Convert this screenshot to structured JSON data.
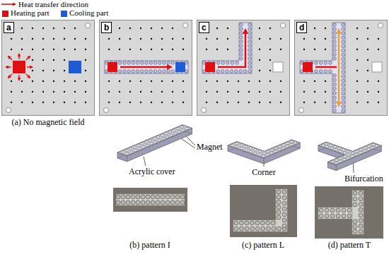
{
  "diagram": {
    "nodes": [
      {
        "text": [
          "a"
        ]
      },
      {
        "text": [
          "b"
        ]
      },
      {
        "text": [
          "c"
        ]
      },
      {
        "text": [
          "d"
        ]
      }
    ],
    "labels": [
      "(a) No magnetic field",
      "Magnet",
      "Acrylic cover",
      "Corner",
      "Bifurcation",
      "(b) pattern I",
      "(c) pattern L",
      "(d) pattern T"
    ],
    "legend": [
      {
        "text": "Heat transfer direction"
      },
      {
        "text": "Heating part",
        "color": "#e01010"
      },
      {
        "text": "Cooling part",
        "color": "#1e5bd6"
      }
    ]
  }
}
